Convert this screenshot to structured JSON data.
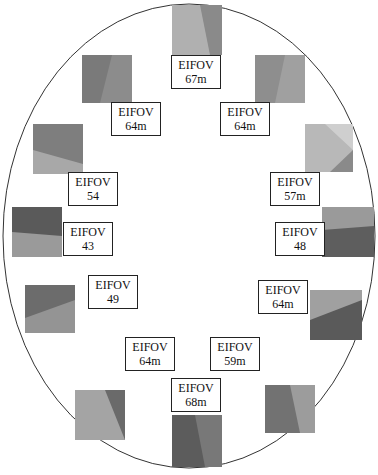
{
  "diagram": {
    "nodes": [
      {
        "text": [
          "EIFOV 67m"
        ]
      },
      {
        "text": [
          "EIFOV 64m"
        ]
      },
      {
        "text": [
          "EIFOV 64m"
        ]
      },
      {
        "text": [
          "EIFOV 54"
        ]
      },
      {
        "text": [
          "EIFOV 57m"
        ]
      },
      {
        "text": [
          "EIFOV 43"
        ]
      },
      {
        "text": [
          "EIFOV 48"
        ]
      },
      {
        "text": [
          "EIFOV 49"
        ]
      },
      {
        "text": [
          "EIFOV 64m"
        ]
      },
      {
        "text": [
          "EIFOV 64m"
        ]
      },
      {
        "text": [
          "EIFOV 59m"
        ]
      },
      {
        "text": [
          "EIFOV 68m"
        ]
      }
    ]
  }
}
